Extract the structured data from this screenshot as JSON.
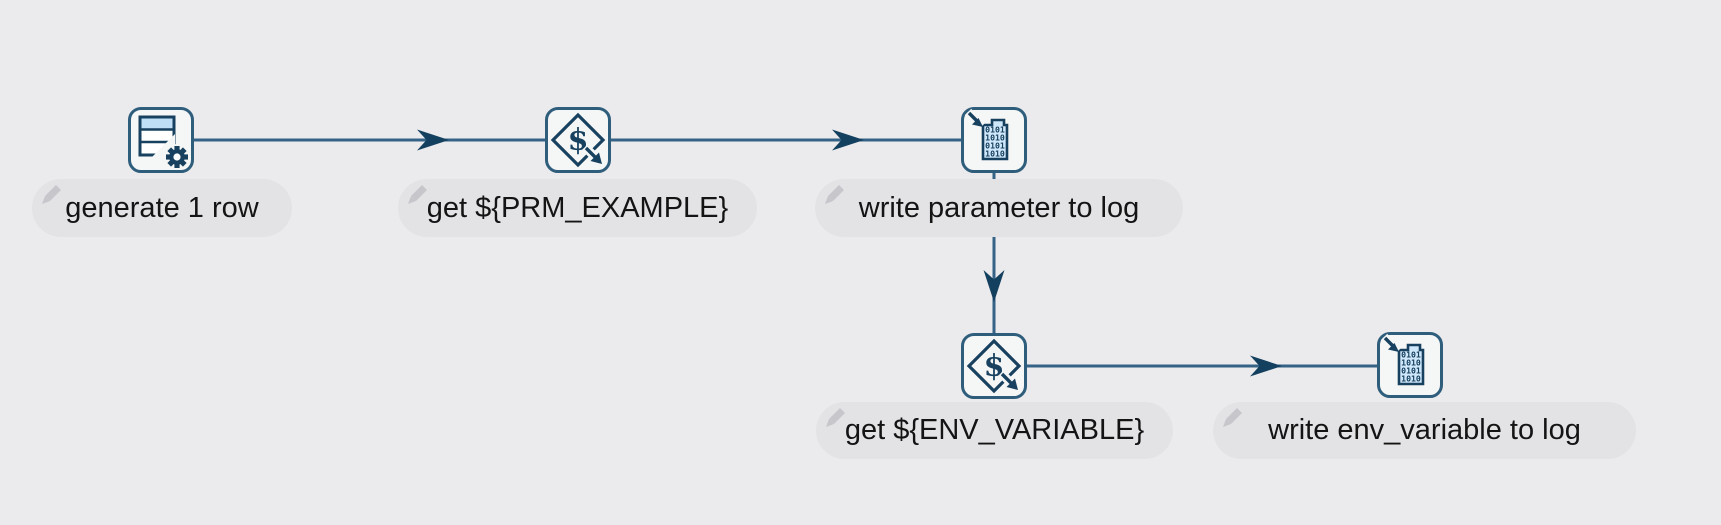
{
  "diagram": {
    "nodes": [
      {
        "label": "generate 1 row",
        "icon": "table-gear-icon"
      },
      {
        "label": "get ${PRM_EXAMPLE}",
        "icon": "dollar-diamond-icon"
      },
      {
        "label": "write parameter to log",
        "icon": "binary-document-icon"
      },
      {
        "label": "get ${ENV_VARIABLE}",
        "icon": "dollar-diamond-icon"
      },
      {
        "label": "write env_variable to log",
        "icon": "binary-document-icon"
      }
    ],
    "connections": [
      {
        "from": "generate 1 row",
        "to": "get ${PRM_EXAMPLE}"
      },
      {
        "from": "get ${PRM_EXAMPLE}",
        "to": "write parameter to log"
      },
      {
        "from": "write parameter to log",
        "to": "get ${ENV_VARIABLE}"
      },
      {
        "from": "get ${ENV_VARIABLE}",
        "to": "write env_variable to log"
      }
    ],
    "glyphs": {
      "dollar": "$",
      "binary_lines": [
        "0101",
        "1010",
        "0101",
        "1010"
      ]
    },
    "colors": {
      "canvas_background": "#ebebed",
      "label_background": "#e3e3e6",
      "label_text": "#141414",
      "node_border": "#2f5d7c",
      "node_fill": "#f5f6f6",
      "glyph_navy": "#17415f",
      "hop_line": "#356387",
      "hop_arrow": "#14405f",
      "table_header_blue": "#bfdff7",
      "document_blue": "#cfe7fa",
      "pencil_gray": "#c7c7cb"
    }
  }
}
